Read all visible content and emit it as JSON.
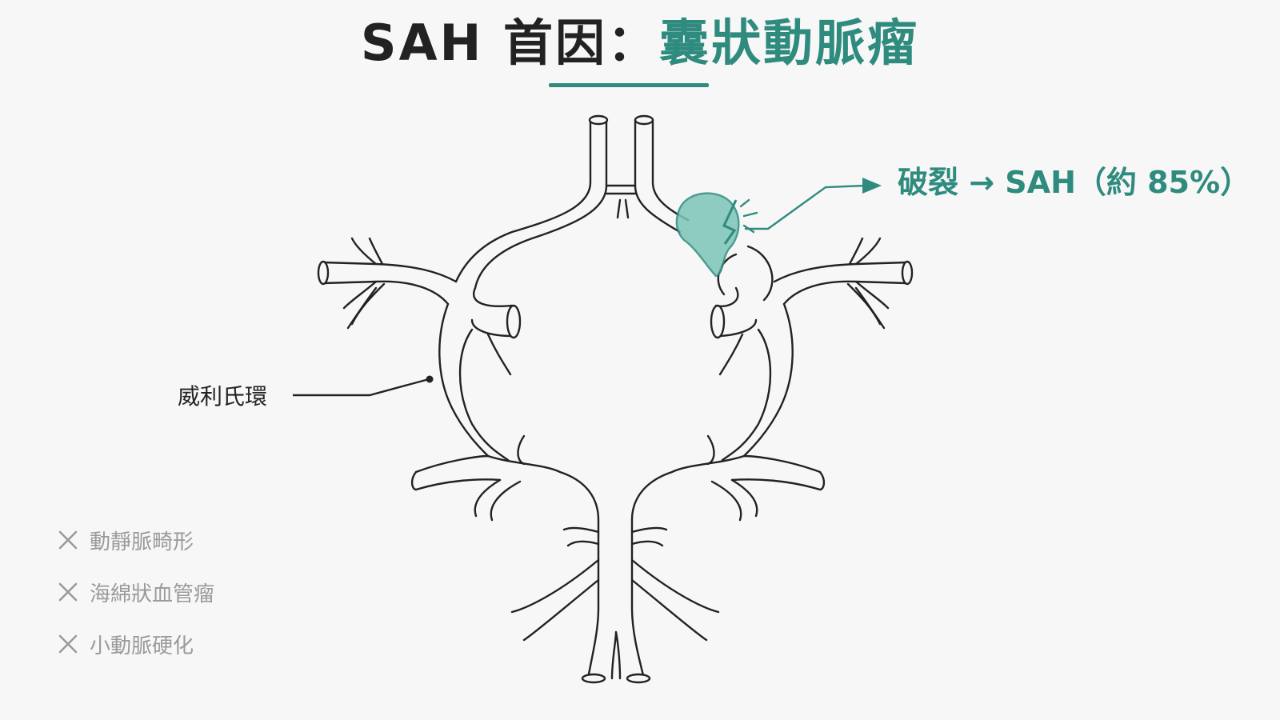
{
  "title": {
    "prefix": "SAH 首因：",
    "accent": "囊狀動脈瘤"
  },
  "colors": {
    "accent": "#2e8b7e",
    "aneurysm_fill": "#7cc4b8",
    "vessel_stroke": "#222222",
    "muted": "#9a9a9a"
  },
  "annotations": {
    "rupture": "破裂 → SAH（約 85%）",
    "circle_of_willis": "威利氏環"
  },
  "excluded_causes": [
    {
      "icon": "x-icon",
      "label": "動靜脈畸形"
    },
    {
      "icon": "x-icon",
      "label": "海綿狀血管瘤"
    },
    {
      "icon": "x-icon",
      "label": "小動脈硬化"
    }
  ]
}
